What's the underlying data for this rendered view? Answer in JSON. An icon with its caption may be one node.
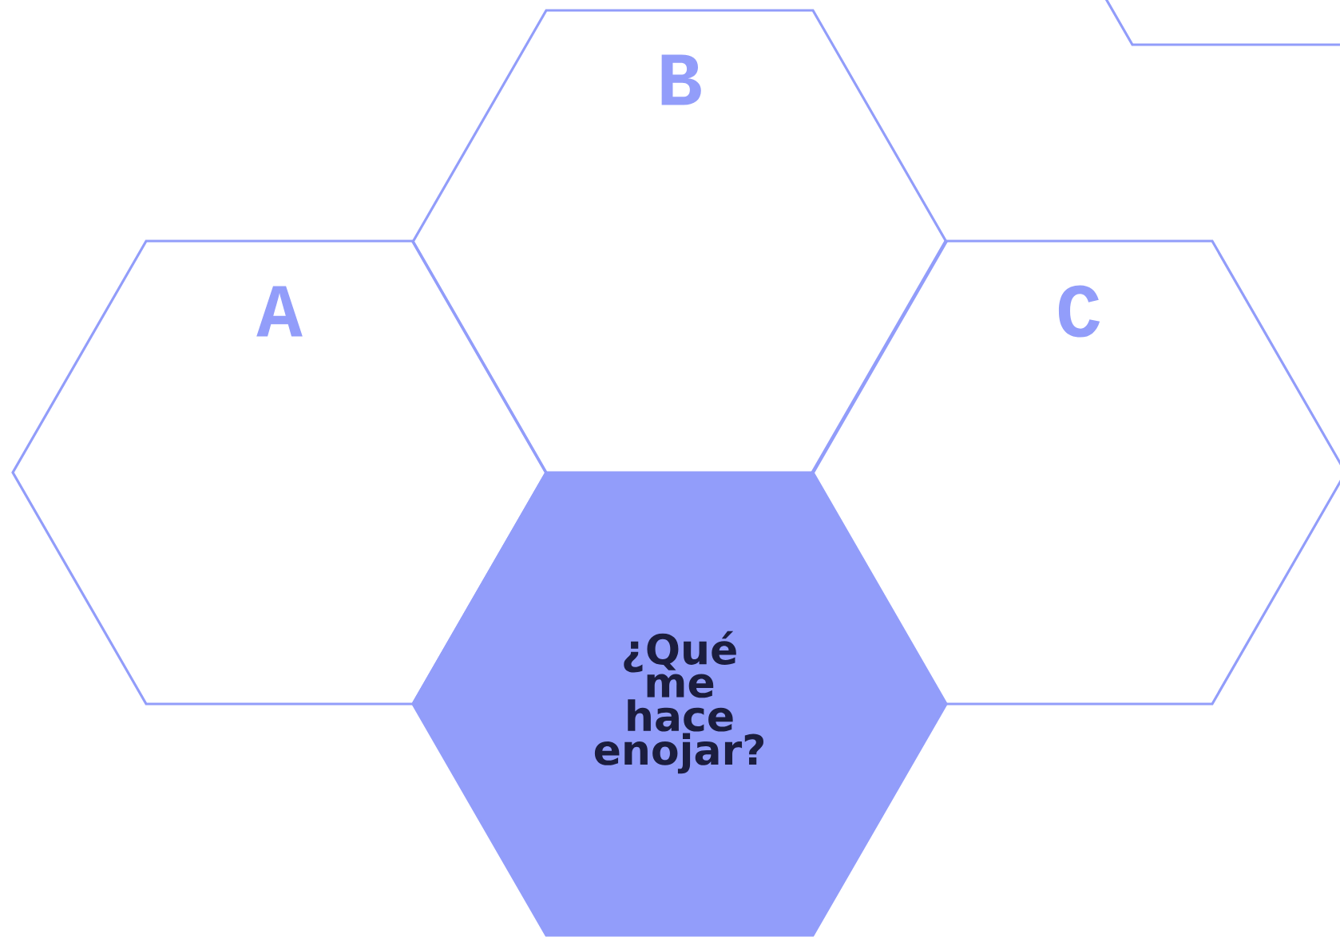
{
  "diagram": {
    "nodes": [
      {
        "text": [
          "B"
        ]
      },
      {
        "text": [],
        "shape": "hexagon"
      },
      {
        "text": [
          "A"
        ]
      },
      {
        "text": [
          "C"
        ]
      },
      {
        "text": [
          "¿Qué me hace enojar?"
        ]
      }
    ]
  }
}
